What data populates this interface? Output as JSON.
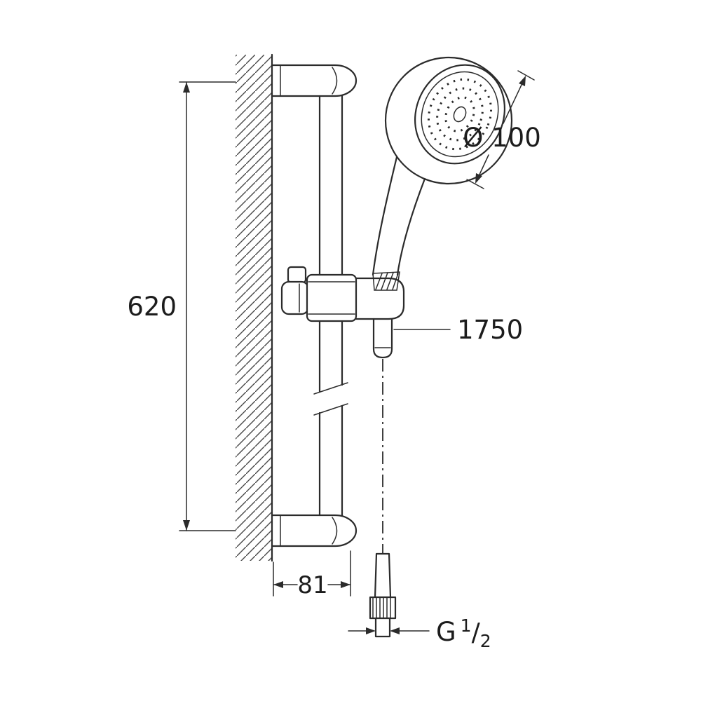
{
  "drawing": {
    "type": "technical-dimension-drawing",
    "subject": "wall-mounted shower slide rail with hand shower and hose",
    "dimensions": {
      "rail_length": "620",
      "wall_distance": "81",
      "head_diameter": "Ø 100",
      "hose_length": "1750",
      "thread_letter": "G",
      "thread_numerator": "1",
      "thread_slash": "/",
      "thread_denominator": "2"
    },
    "colors": {
      "line": "#2b2b2b",
      "text": "#1c1c1c",
      "background": "#ffffff"
    }
  }
}
